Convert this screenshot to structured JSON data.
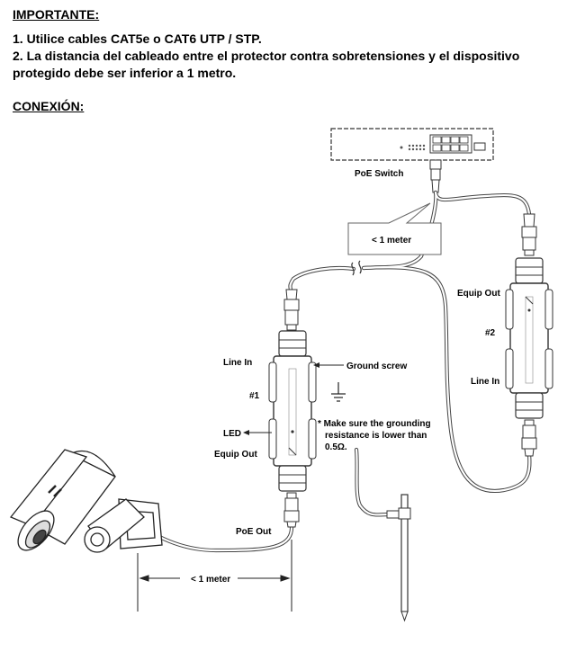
{
  "header": {
    "importante": "IMPORTANTE:",
    "line1": "1. Utilice cables CAT5e o CAT6 UTP / STP.",
    "line2": "2. La distancia del cableado entre el protector contra sobretensiones y el dispositivo",
    "line3": "protegido debe ser inferior a 1 metro.",
    "conexion": "CONEXIÓN:"
  },
  "diagram": {
    "poe_switch": "PoE Switch",
    "callout_top": "< 1 meter",
    "equip_out_2": "Equip Out",
    "num_2": "#2",
    "line_in_2": "Line In",
    "line_in_1": "Line In",
    "ground_screw": "Ground screw",
    "num_1": "#1",
    "led": "LED",
    "equip_out_1": "Equip Out",
    "note1": "* Make sure the grounding",
    "note2": "resistance is lower than",
    "note3": "0.5Ω.",
    "poe_out": "PoE Out",
    "callout_bottom": "< 1 meter"
  }
}
